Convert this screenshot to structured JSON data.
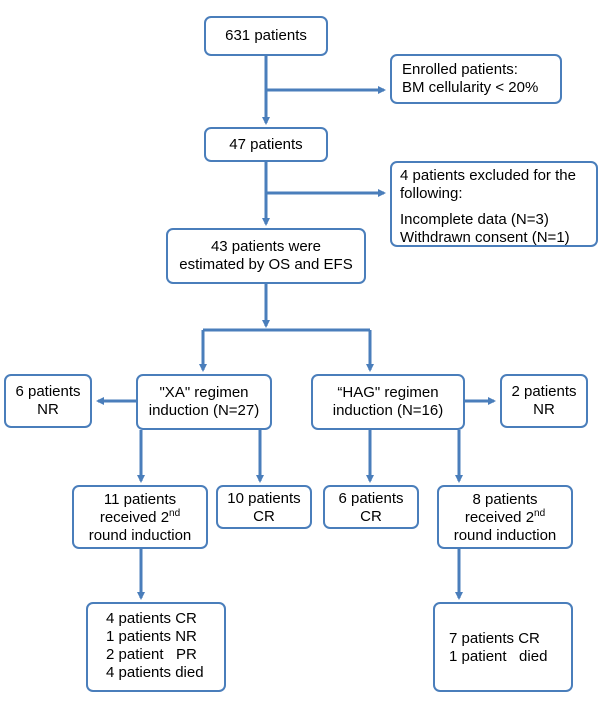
{
  "colors": {
    "stroke": "#4a7ebb",
    "background": "#ffffff"
  },
  "nodes": {
    "n631": {
      "lines": [
        "631 patients"
      ]
    },
    "enrolled": {
      "lines": [
        "Enrolled patients:",
        "BM cellularity < 20%"
      ]
    },
    "n47": {
      "lines": [
        "47 patients"
      ]
    },
    "excluded": {
      "lines": [
        "4 patients excluded for the",
        "following:",
        "Incomplete data (N=3)",
        "Withdrawn consent (N=1)"
      ]
    },
    "n43": {
      "lines": [
        "43 patients were",
        "estimated by OS and EFS"
      ]
    },
    "xa": {
      "lines": [
        "\"XA\" regimen",
        "induction (N=27)"
      ]
    },
    "hag": {
      "lines": [
        "“HAG\" regimen",
        "induction (N=16)"
      ]
    },
    "xa_nr": {
      "lines": [
        "6 patients",
        "NR"
      ]
    },
    "hag_nr": {
      "lines": [
        "2 patients",
        "NR"
      ]
    },
    "xa_2nd": {
      "line1": "11 patients",
      "line2_pre": "received 2",
      "line2_sup": "nd",
      "line3": "round induction"
    },
    "xa_cr": {
      "lines": [
        "10 patients",
        "CR"
      ]
    },
    "hag_cr": {
      "lines": [
        "6 patients",
        "CR"
      ]
    },
    "hag_2nd": {
      "line1": "8 patients",
      "line2_pre": "received 2",
      "line2_sup": "nd",
      "line3": "round induction"
    },
    "xa_out": {
      "lines": [
        "4 patients CR",
        "1 patients NR",
        "2 patient   PR",
        "4 patients died"
      ]
    },
    "hag_out": {
      "lines": [
        "7 patients CR",
        "1 patient   died"
      ]
    }
  }
}
